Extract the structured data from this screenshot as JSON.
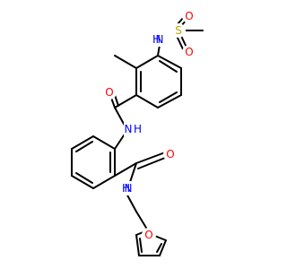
{
  "molecule": {
    "atoms": {
      "methyl_s": {
        "element": "C",
        "label": ""
      },
      "sulfur": {
        "element": "S",
        "label": "S",
        "color": "#b8a800"
      },
      "sulfonyl_o_upper": {
        "element": "O",
        "label": "O",
        "color": "#ff0000"
      },
      "sulfonyl_o_lower": {
        "element": "O",
        "label": "O",
        "color": "#ff0000"
      },
      "sulfonamide_n": {
        "element": "N",
        "label": "N",
        "color": "#0000ff",
        "h_label": "H",
        "h_color": "#0000ff"
      },
      "amide1_o": {
        "element": "O",
        "label": "O",
        "color": "#ff0000"
      },
      "amide1_n": {
        "element": "N",
        "label": "N",
        "color": "#0000ff",
        "h_label": "H",
        "h_color": "#0000ff"
      },
      "amide2_o": {
        "element": "O",
        "label": "O",
        "color": "#ff0000"
      },
      "amide2_n": {
        "element": "N",
        "label": "N",
        "color": "#0000ff",
        "h_label": "H",
        "h_color": "#0000ff"
      },
      "furan_o": {
        "element": "O",
        "label": "O",
        "color": "#ff0000"
      }
    },
    "colors": {
      "bond": "#000000",
      "carbon": "#000000",
      "nitrogen": "#0000ff",
      "oxygen": "#ff0000",
      "sulfur": "#b8a800"
    }
  }
}
